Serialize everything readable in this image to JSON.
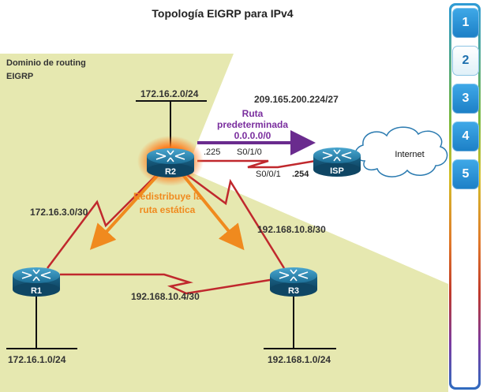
{
  "title": "Topología EIGRP para IPv4",
  "domain_label": {
    "line1": "Dominio de routing",
    "line2": "EIGRP"
  },
  "networks": {
    "r2_lan": "172.16.2.0/24",
    "isp_link": "209.165.200.224/27",
    "r1_r2": "172.16.3.0/30",
    "r2_r3": "192.168.10.8/30",
    "r1_r3": "192.168.10.4/30",
    "r1_lan": "172.16.1.0/24",
    "r3_lan": "192.168.1.0/24"
  },
  "default_route": {
    "line1": "Ruta",
    "line2": "predeterminada",
    "line3": "0.0.0.0/0"
  },
  "interfaces": {
    "r2_host": ".225",
    "r2_if": "S0/1/0",
    "isp_if": "S0/0/1",
    "isp_host": ".254"
  },
  "redistribute": {
    "line1": "Redistribuye la",
    "line2": "ruta estática"
  },
  "routers": {
    "r1": "R1",
    "r2": "R2",
    "r3": "R3",
    "isp": "ISP"
  },
  "cloud_label": "Internet",
  "colors": {
    "domain_fill": "#e6e8b0",
    "serial_link": "#c0282d",
    "default_route": "#6a2b8e",
    "redistribute": "#f08a1e",
    "router_body": "#1f6f96"
  },
  "nav": {
    "buttons": [
      "1",
      "2",
      "3",
      "4",
      "5"
    ],
    "active_index": 1
  }
}
